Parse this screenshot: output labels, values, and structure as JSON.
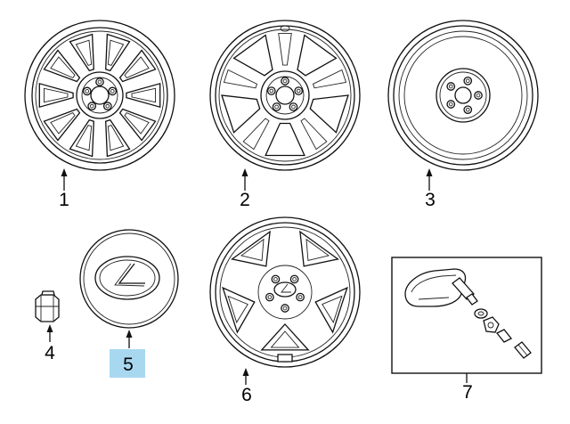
{
  "callouts": {
    "c1": "1",
    "c2": "2",
    "c3": "3",
    "c4": "4",
    "c5": "5",
    "c6": "6",
    "c7": "7"
  },
  "colors": {
    "highlight": "#a8d8f0",
    "line": "#111111",
    "background": "#ffffff"
  }
}
